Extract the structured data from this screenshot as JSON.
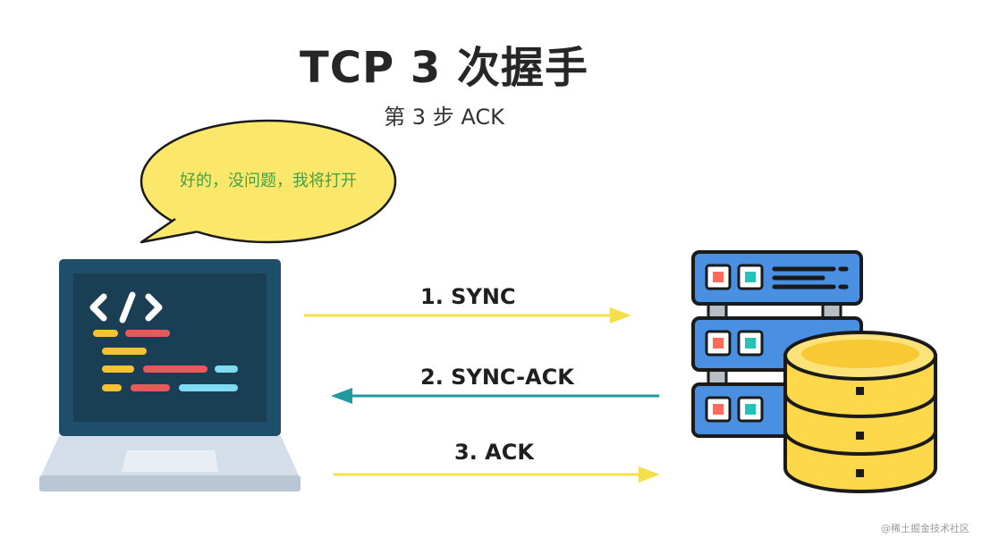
{
  "diagram": {
    "title": "TCP 3 次握手",
    "subtitle": "第 3 步 ACK",
    "bubble_text": "好的，没问题，我将打开",
    "steps": [
      {
        "label": "1. SYNC",
        "direction": "client-to-server",
        "color": "#f5e04a"
      },
      {
        "label": "2. SYNC-ACK",
        "direction": "server-to-client",
        "color": "#1f9aa0"
      },
      {
        "label": "3. ACK",
        "direction": "client-to-server",
        "color": "#f5e04a"
      }
    ],
    "client_icon": "laptop-code-icon",
    "server_icon": "server-database-icon",
    "watermark": "@稀土掘金技术社区",
    "colors": {
      "bubble_fill": "#fbe86b",
      "bubble_text": "#43a047",
      "sync_arrow": "#f5e04a",
      "ack_arrow": "#1f9aa0",
      "server_blue": "#4a90e2",
      "database_yellow": "#fcd84a"
    }
  }
}
